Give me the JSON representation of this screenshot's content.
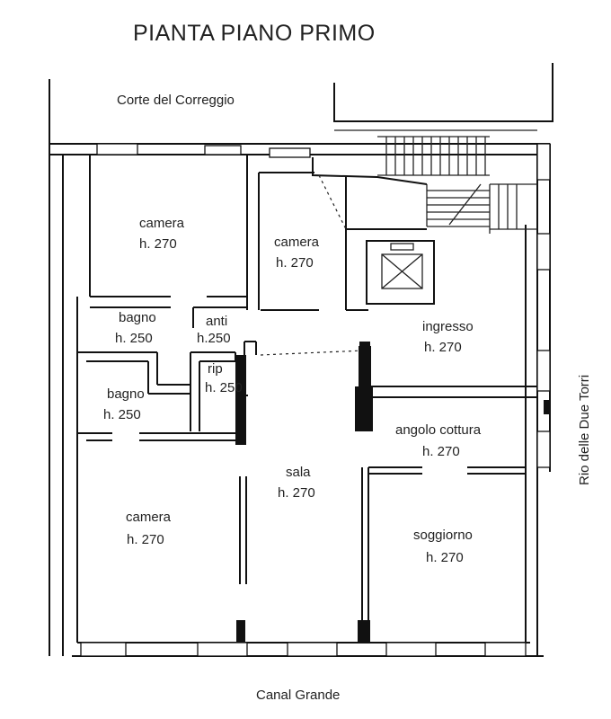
{
  "title": "PIANTA PIANO PRIMO",
  "context": {
    "north": "Corte del Correggio",
    "south": "Canal Grande",
    "east": "Rio delle Due Torri"
  },
  "rooms": [
    {
      "id": "camera-nw",
      "name": "camera",
      "height": "h. 270"
    },
    {
      "id": "camera-n",
      "name": "camera",
      "height": "h. 270"
    },
    {
      "id": "bagno-1",
      "name": "bagno",
      "height": "h. 250"
    },
    {
      "id": "anti",
      "name": "anti",
      "height": "h.250"
    },
    {
      "id": "ingresso",
      "name": "ingresso",
      "height": "h. 270"
    },
    {
      "id": "rip",
      "name": "rip",
      "height": "h. 250"
    },
    {
      "id": "bagno-2",
      "name": "bagno",
      "height": "h. 250"
    },
    {
      "id": "angolo-cottura",
      "name": "angolo cottura",
      "height": "h. 270"
    },
    {
      "id": "sala",
      "name": "sala",
      "height": "h. 270"
    },
    {
      "id": "camera-sw",
      "name": "camera",
      "height": "h. 270"
    },
    {
      "id": "soggiorno",
      "name": "soggiorno",
      "height": "h. 270"
    }
  ]
}
